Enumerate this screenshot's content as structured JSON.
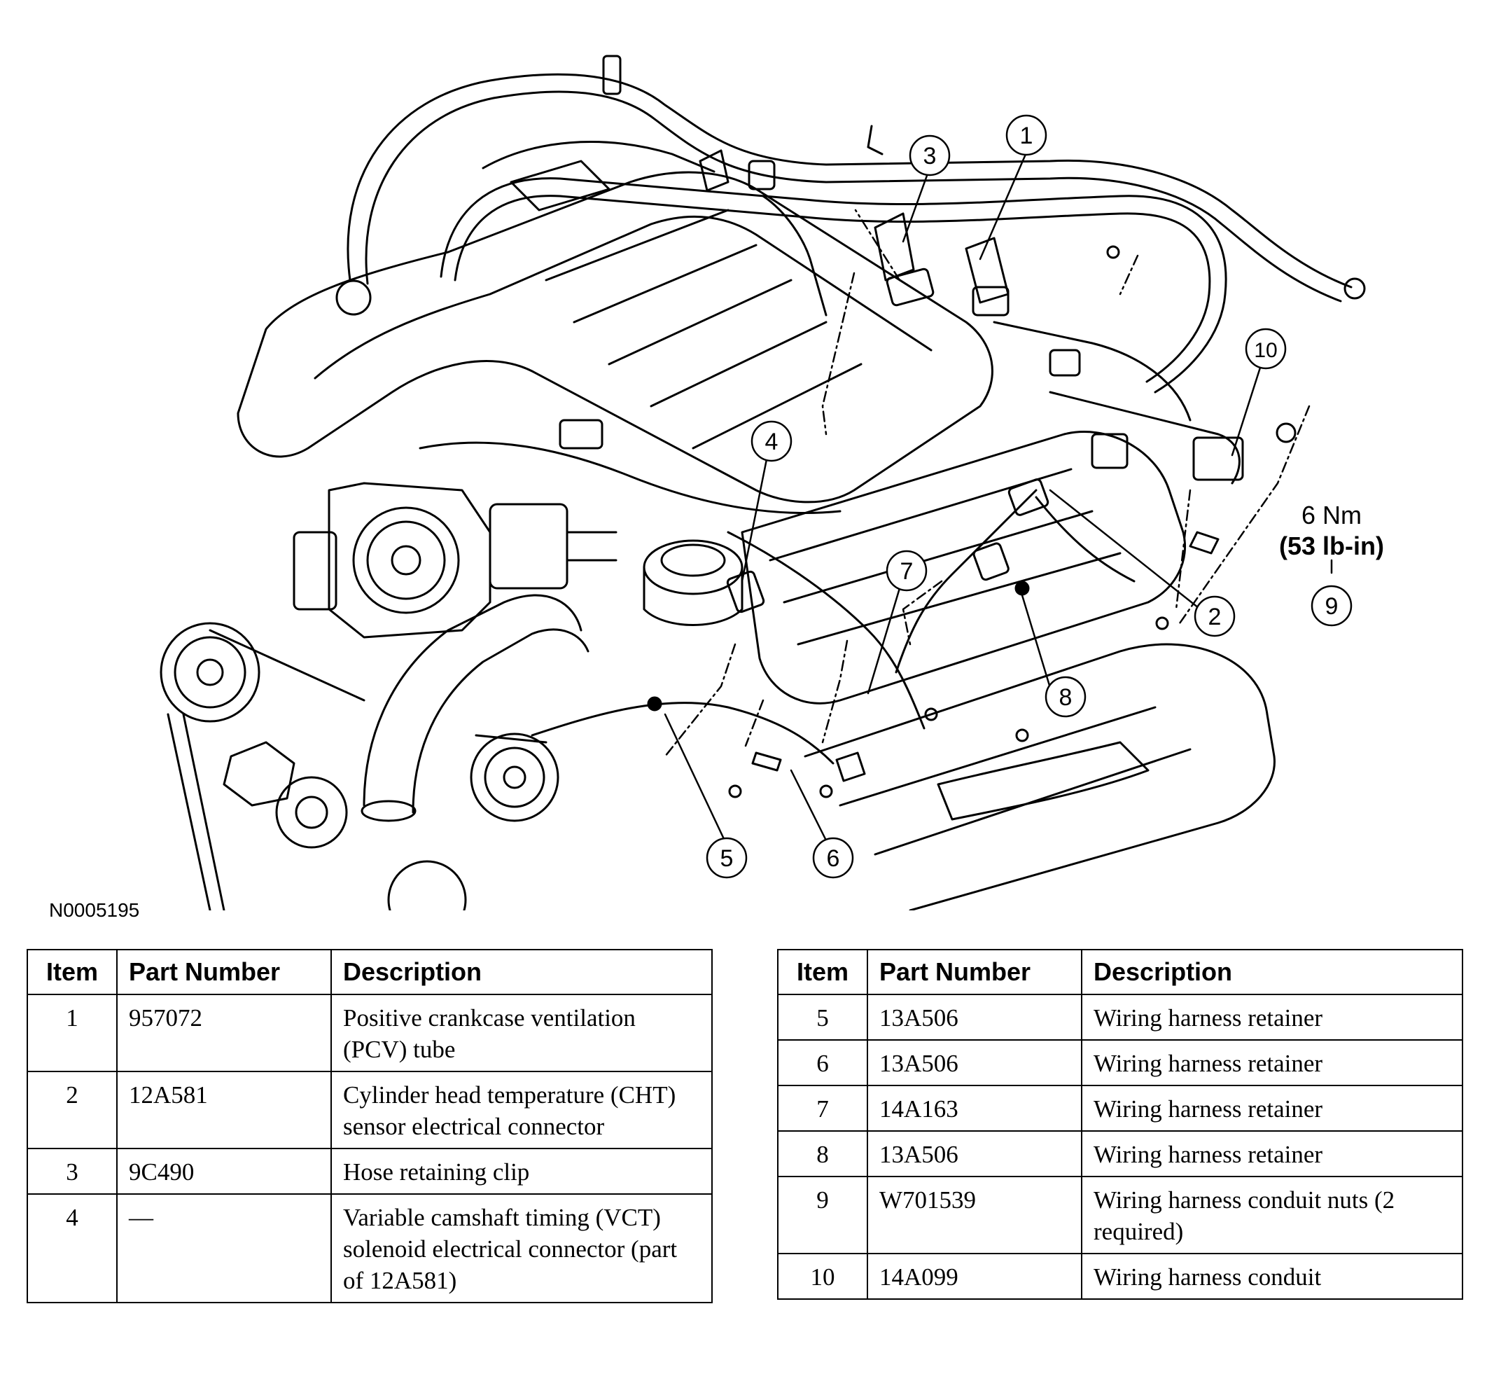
{
  "figure": {
    "id": "N0005195",
    "torque_value": "6 Nm",
    "torque_value_alt": "(53 lb-in)",
    "callouts": [
      "1",
      "2",
      "3",
      "4",
      "5",
      "6",
      "7",
      "8",
      "9",
      "10"
    ]
  },
  "table_left": {
    "headers": [
      "Item",
      "Part Number",
      "Description"
    ],
    "rows": [
      [
        "1",
        "957072",
        "Positive crankcase ventilation (PCV) tube"
      ],
      [
        "2",
        "12A581",
        "Cylinder head temperature (CHT) sensor electrical connector"
      ],
      [
        "3",
        "9C490",
        "Hose retaining clip"
      ],
      [
        "4",
        "—",
        "Variable camshaft timing (VCT) solenoid electrical connector (part of 12A581)"
      ]
    ]
  },
  "table_right": {
    "headers": [
      "Item",
      "Part Number",
      "Description"
    ],
    "rows": [
      [
        "5",
        "13A506",
        "Wiring harness retainer"
      ],
      [
        "6",
        "13A506",
        "Wiring harness retainer"
      ],
      [
        "7",
        "14A163",
        "Wiring harness retainer"
      ],
      [
        "8",
        "13A506",
        "Wiring harness retainer"
      ],
      [
        "9",
        "W701539",
        "Wiring harness conduit nuts (2 required)"
      ],
      [
        "10",
        "14A099",
        "Wiring harness conduit"
      ]
    ]
  }
}
